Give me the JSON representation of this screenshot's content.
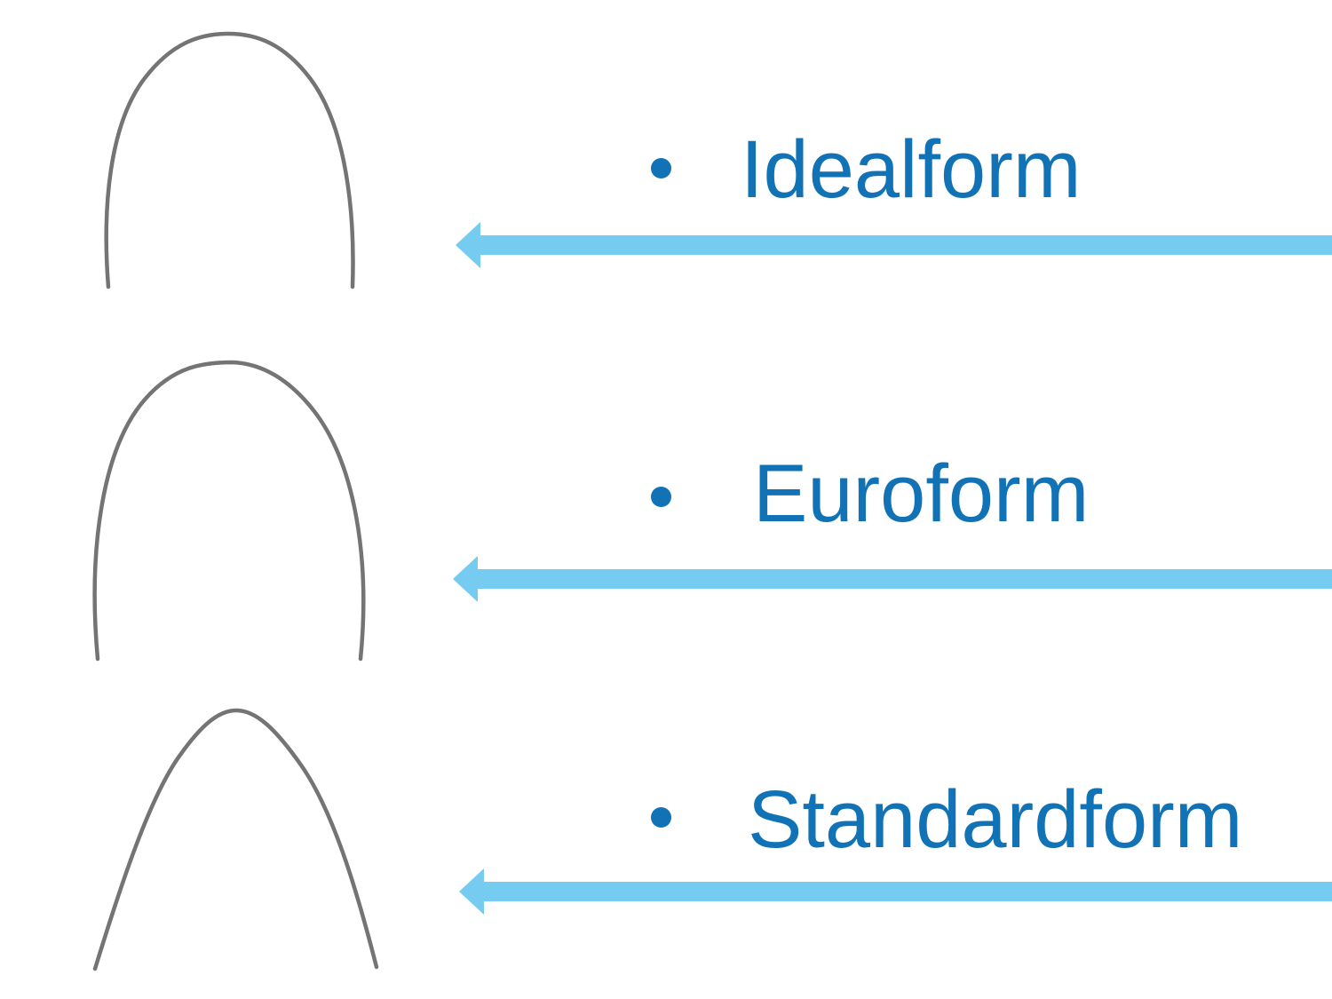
{
  "slide": {
    "items": [
      {
        "label": "Idealform",
        "bullet_icon": "bullet-dot-icon",
        "arrow_icon": "left-arrow-icon",
        "image": "ideal-archform-wire"
      },
      {
        "label": "Euroform",
        "bullet_icon": "bullet-dot-icon",
        "arrow_icon": "left-arrow-icon",
        "image": "euro-archform-wire"
      },
      {
        "label": "Standardform",
        "bullet_icon": "bullet-dot-icon",
        "arrow_icon": "left-arrow-icon",
        "image": "standard-archform-wire"
      }
    ],
    "colors": {
      "label_blue": "#1173B6",
      "arrow_blue": "#76CBF0",
      "wire_gray": "#747474",
      "background": "#FFFFFF"
    }
  }
}
